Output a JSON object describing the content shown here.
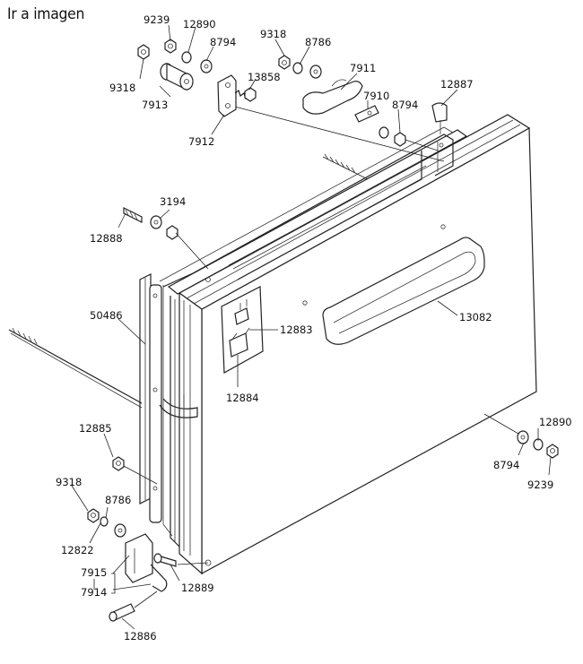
{
  "nav": {
    "back_link": "Ir a imagen"
  },
  "parts": [
    {
      "id": "p9239a",
      "label": "9239"
    },
    {
      "id": "p12890a",
      "label": "12890"
    },
    {
      "id": "p8794a",
      "label": "8794"
    },
    {
      "id": "p9318a",
      "label": "9318"
    },
    {
      "id": "p8786a",
      "label": "8786"
    },
    {
      "id": "p9318b",
      "label": "9318"
    },
    {
      "id": "p7913",
      "label": "7913"
    },
    {
      "id": "p13858",
      "label": "13858"
    },
    {
      "id": "p7911",
      "label": "7911"
    },
    {
      "id": "p7910",
      "label": "7910"
    },
    {
      "id": "p8794b",
      "label": "8794"
    },
    {
      "id": "p12887",
      "label": "12887"
    },
    {
      "id": "p7912",
      "label": "7912"
    },
    {
      "id": "p3194",
      "label": "3194"
    },
    {
      "id": "p12888",
      "label": "12888"
    },
    {
      "id": "p50486",
      "label": "50486"
    },
    {
      "id": "p12883",
      "label": "12883"
    },
    {
      "id": "p13082",
      "label": "13082"
    },
    {
      "id": "p12884",
      "label": "12884"
    },
    {
      "id": "p12885",
      "label": "12885"
    },
    {
      "id": "p12890b",
      "label": "12890"
    },
    {
      "id": "p8794c",
      "label": "8794"
    },
    {
      "id": "p9239b",
      "label": "9239"
    },
    {
      "id": "p9318c",
      "label": "9318"
    },
    {
      "id": "p8786b",
      "label": "8786"
    },
    {
      "id": "p12822",
      "label": "12822"
    },
    {
      "id": "p7915",
      "label": "7915"
    },
    {
      "id": "p7914",
      "label": "7914"
    },
    {
      "id": "p12889",
      "label": "12889"
    },
    {
      "id": "p12886",
      "label": "12886"
    }
  ]
}
